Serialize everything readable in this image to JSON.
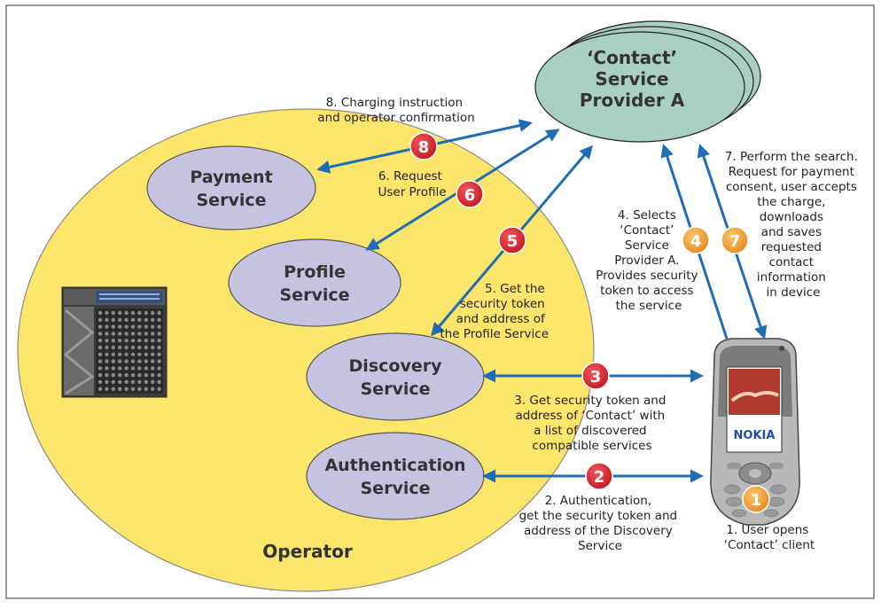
{
  "colors": {
    "operator_fill": "#fce56b",
    "service_fill": "#c6c3e0",
    "provider_fill": "#a8cfc0",
    "arrow": "#1f6db5",
    "badge_red": "#d6202a",
    "badge_orange": "#f0a030"
  },
  "operator": {
    "label": "Operator"
  },
  "provider": {
    "line1": "‘Contact’",
    "line2": "Service",
    "line3": "Provider A"
  },
  "services": {
    "payment": {
      "line1": "Payment",
      "line2": "Service"
    },
    "profile": {
      "line1": "Profile",
      "line2": "Service"
    },
    "discovery": {
      "line1": "Discovery",
      "line2": "Service"
    },
    "authentication": {
      "line1": "Authentication",
      "line2": "Service"
    }
  },
  "phone": {
    "brand": "NOKIA",
    "icon": "mobile-phone-icon"
  },
  "server": {
    "icon": "server-rack-icon"
  },
  "badges": [
    "1",
    "2",
    "3",
    "4",
    "5",
    "6",
    "7",
    "8"
  ],
  "notes": {
    "step1": [
      "1. User opens",
      "‘Contact’ client"
    ],
    "step2": [
      "2. Authentication,",
      "get the security token and",
      "address of the Discovery",
      "Service"
    ],
    "step3": [
      "3. Get security token and",
      "address of ‘Contact’ with",
      "a list of discovered",
      "compatible services"
    ],
    "step4": [
      "4. Selects",
      "‘Contact’",
      "Service",
      "Provider A.",
      "Provides security",
      "token to access",
      "the service"
    ],
    "step5": [
      "5. Get the",
      "security token",
      "and address of",
      "the Profile Service"
    ],
    "step6": [
      "6. Request",
      "User Profile"
    ],
    "step7": [
      "7. Perform the search.",
      "Request for payment",
      "consent, user accepts",
      "the charge,",
      "downloads",
      "and saves",
      "requested",
      "contact",
      "information",
      "in device"
    ],
    "step8": [
      "8. Charging instruction",
      "and operator confirmation"
    ]
  }
}
